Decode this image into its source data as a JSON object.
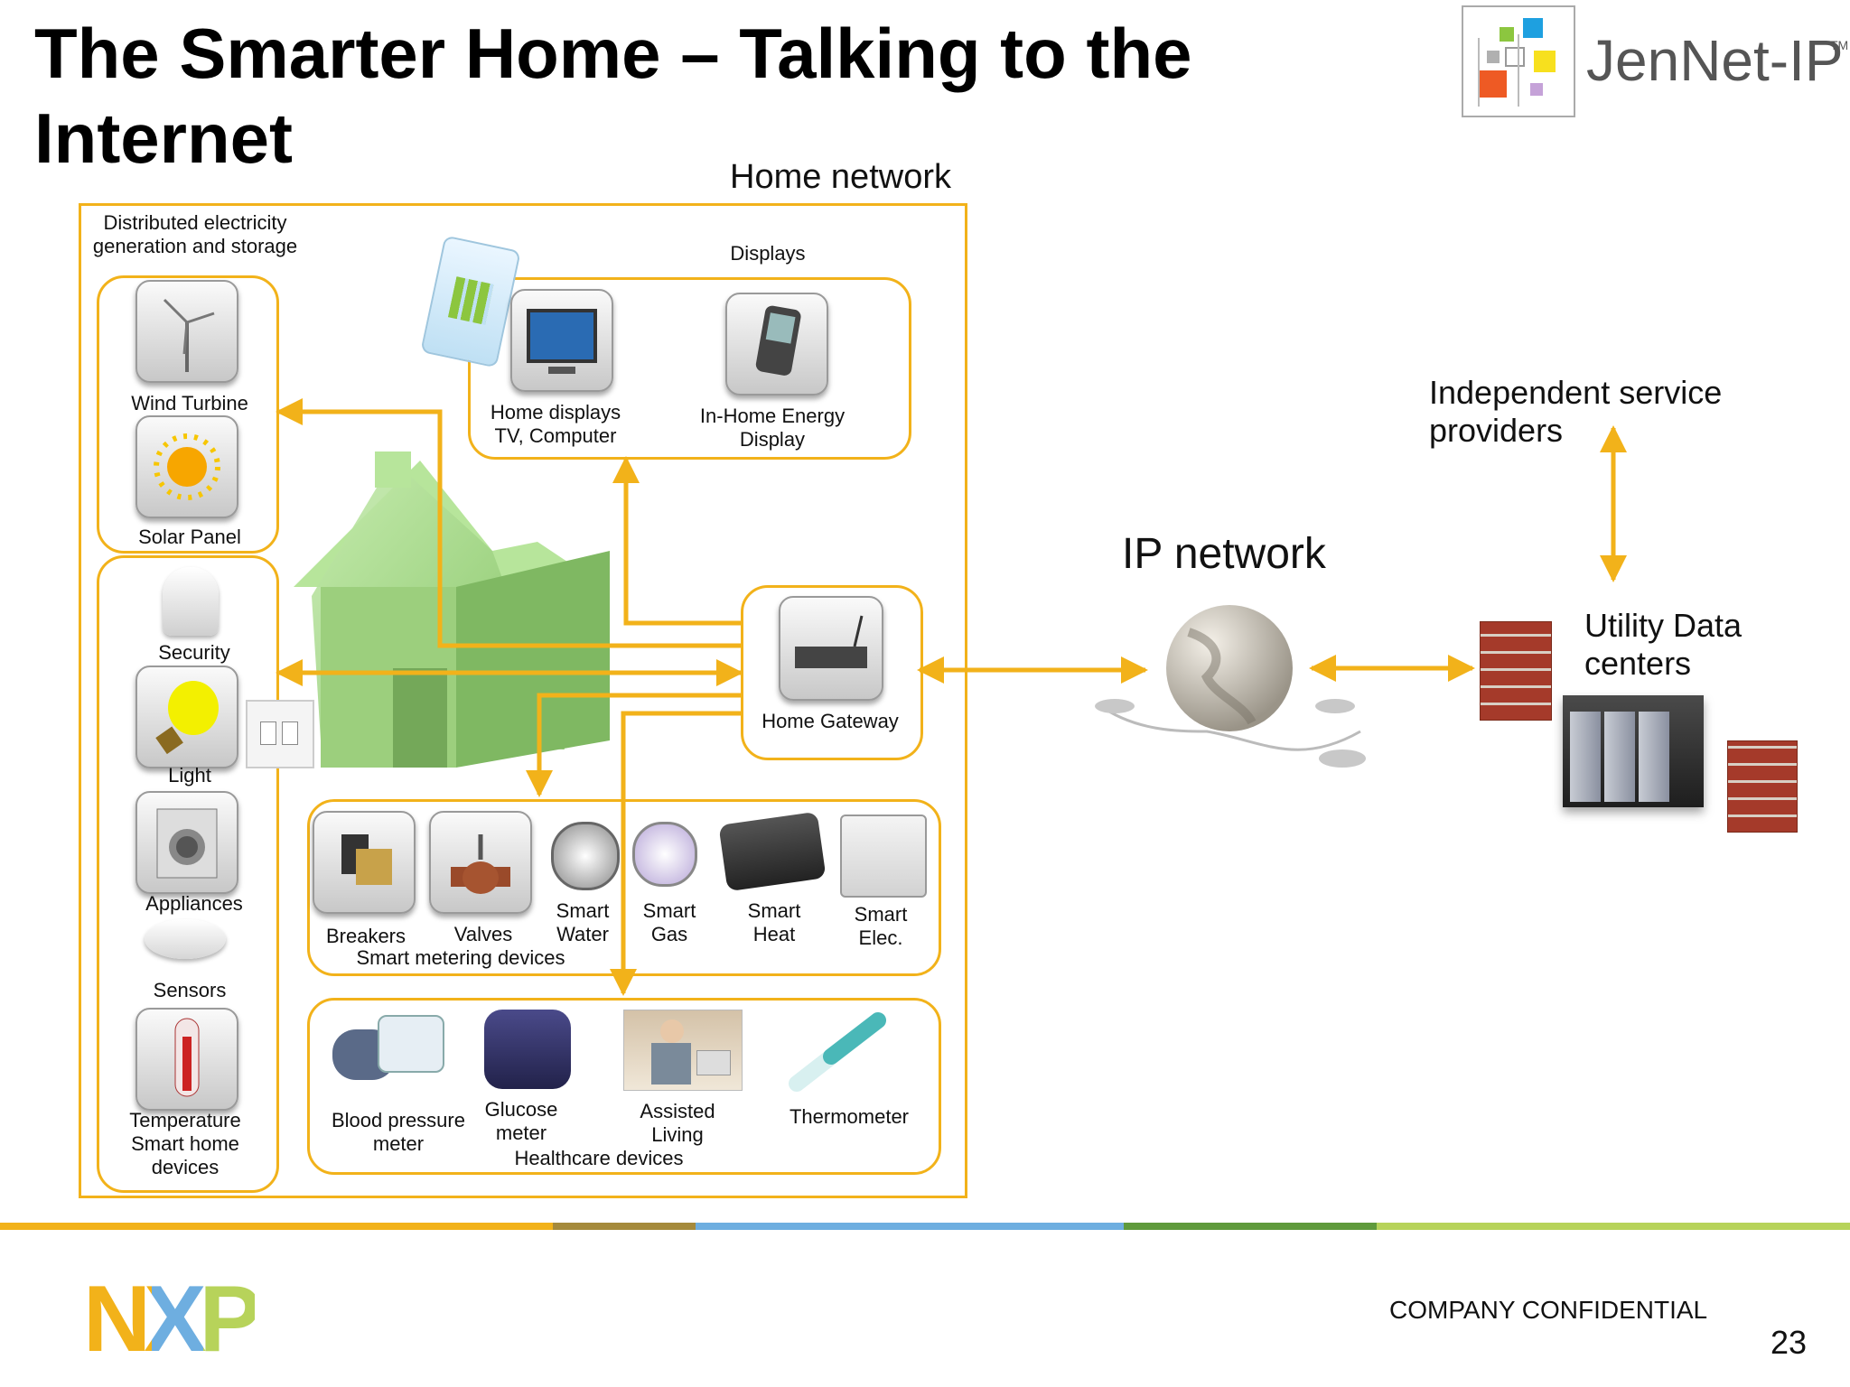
{
  "slide": {
    "title": "The Smarter Home – Talking to the Internet",
    "page_number": "23",
    "footer": "COMPANY CONFIDENTIAL"
  },
  "brand": {
    "logo_text": "JenNet-IP",
    "logo_tm": "TM",
    "nxp_logo": "NXP"
  },
  "colors": {
    "accent": "#f2b21a",
    "house": "#a6d98a",
    "footer_bar": [
      "#f2b21a",
      "#a58a3c",
      "#6eaee0",
      "#5f9a3c",
      "#b7d35a"
    ]
  },
  "labels": {
    "home_network": "Home network",
    "distributed": "Distributed electricity\ngeneration and storage",
    "displays": "Displays",
    "wind_turbine": "Wind Turbine",
    "solar_panel": "Solar Panel",
    "home_displays": "Home displays\nTV, Computer",
    "in_home_energy": "In-Home Energy\nDisplay",
    "security": "Security",
    "light": "Light",
    "appliances": "Appliances",
    "sensors": "Sensors",
    "temperature": "Temperature\nSmart home\ndevices",
    "home_gateway": "Home Gateway",
    "breakers": "Breakers",
    "valves": "Valves",
    "smart_water": "Smart\nWater",
    "smart_gas": "Smart\nGas",
    "smart_heat": "Smart\nHeat",
    "smart_elec": "Smart\nElec.",
    "smart_metering": "Smart metering devices",
    "blood_pressure": "Blood pressure\nmeter",
    "glucose": "Glucose\nmeter",
    "assisted_living": "Assisted\nLiving",
    "thermometer": "Thermometer",
    "healthcare": "Healthcare devices",
    "ip_network": "IP network",
    "independent": "Independent service\nproviders",
    "utility": "Utility Data\ncenters"
  }
}
